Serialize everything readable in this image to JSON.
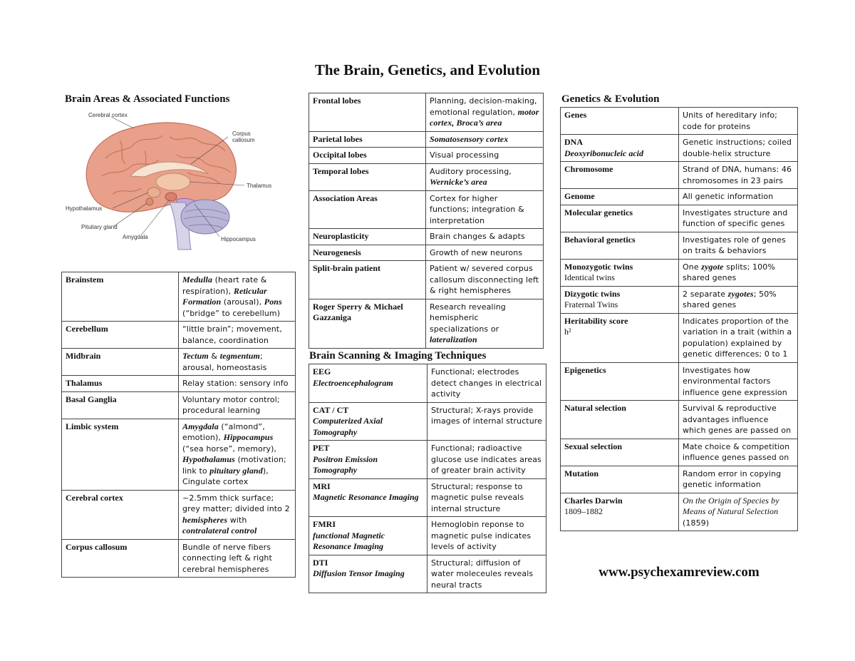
{
  "title": "The Brain, Genetics, and Evolution",
  "headings": {
    "brain_areas": "Brain Areas & Associated Functions",
    "scanning": "Brain Scanning & Imaging Techniques",
    "genetics": "Genetics & Evolution"
  },
  "figure_labels": {
    "cerebral_cortex": "Cerebral cortex",
    "corpus_callosum_1": "Corpus",
    "corpus_callosum_2": "callosum",
    "thalamus": "Thalamus",
    "hypothalamus": "Hypothalamus",
    "pituitary": "Pituitary gland",
    "amygdala": "Amygdala",
    "hippocampus": "Hippocampus"
  },
  "brain_areas": [
    {
      "term": "Brainstem",
      "def": [
        [
          "it",
          "Medulla"
        ],
        [
          "t",
          " (heart rate & respiration), "
        ],
        [
          "it",
          "Reticular Formation"
        ],
        [
          "t",
          " (arousal), "
        ],
        [
          "it",
          "Pons"
        ],
        [
          "t",
          " (“bridge” to cerebellum)"
        ]
      ]
    },
    {
      "term": "Cerebellum",
      "def": [
        [
          "t",
          "“little brain”; movement, balance, coordination"
        ]
      ]
    },
    {
      "term": "Midbrain",
      "def": [
        [
          "it",
          "Tectum"
        ],
        [
          "t",
          " & "
        ],
        [
          "it",
          "tegmentum"
        ],
        [
          "t",
          "; arousal, homeostasis"
        ]
      ]
    },
    {
      "term": "Thalamus",
      "def": [
        [
          "t",
          "Relay station: sensory info"
        ]
      ]
    },
    {
      "term": "Basal Ganglia",
      "def": [
        [
          "t",
          "Voluntary motor control; procedural learning"
        ]
      ]
    },
    {
      "term": "Limbic system",
      "def": [
        [
          "it",
          "Amygdala"
        ],
        [
          "t",
          " (“almond”, emotion), "
        ],
        [
          "it",
          "Hippocampus"
        ],
        [
          "t",
          " (“sea horse”, memory), "
        ],
        [
          "it",
          "Hypothalamus"
        ],
        [
          "t",
          " (motivation; link to "
        ],
        [
          "it",
          "pituitary gland"
        ],
        [
          "t",
          "), Cingulate cortex"
        ]
      ]
    },
    {
      "term": "Cerebral cortex",
      "def": [
        [
          "t",
          "~2.5mm thick surface; grey matter; divided into 2 "
        ],
        [
          "it",
          "hemispheres"
        ],
        [
          "t",
          " with "
        ],
        [
          "it",
          "contralateral control"
        ]
      ]
    },
    {
      "term": "Corpus callosum",
      "def": [
        [
          "t",
          "Bundle of nerve fibers connecting left & right cerebral hemispheres"
        ]
      ]
    }
  ],
  "cortex_areas": [
    {
      "term": "Frontal lobes",
      "def": [
        [
          "t",
          "Planning, decision-making, emotional regulation, "
        ],
        [
          "it",
          "motor cortex, Broca’s area"
        ]
      ]
    },
    {
      "term": "Parietal lobes",
      "def": [
        [
          "it",
          "Somatosensory cortex"
        ]
      ]
    },
    {
      "term": "Occipital lobes",
      "def": [
        [
          "t",
          "Visual processing"
        ]
      ]
    },
    {
      "term": "Temporal lobes",
      "def": [
        [
          "t",
          "Auditory processing, "
        ],
        [
          "it",
          "Wernicke’s area"
        ]
      ]
    },
    {
      "term": "Association Areas",
      "def": [
        [
          "t",
          "Cortex for higher functions; integration & interpretation"
        ]
      ]
    },
    {
      "term": "Neuroplasticity",
      "def": [
        [
          "t",
          "Brain changes & adapts"
        ]
      ]
    },
    {
      "term": "Neurogenesis",
      "def": [
        [
          "t",
          "Growth of new neurons"
        ]
      ]
    },
    {
      "term": "Split-brain patient",
      "def": [
        [
          "t",
          "Patient w/ severed corpus callosum disconnecting left & right hemispheres"
        ]
      ]
    },
    {
      "term": "Roger Sperry & Michael Gazzaniga",
      "def": [
        [
          "t",
          "Research revealing hemispheric specializations or "
        ],
        [
          "it",
          "lateralization"
        ]
      ]
    }
  ],
  "scanning": [
    {
      "term": "EEG",
      "sub": "Electroencephalogram",
      "def": [
        [
          "t",
          "Functional; electrodes detect changes in electrical activity"
        ]
      ]
    },
    {
      "term": "CAT / CT",
      "sub": "Computerized Axial Tomography",
      "def": [
        [
          "t",
          "Structural; X-rays provide images of internal structure"
        ]
      ]
    },
    {
      "term": "PET",
      "sub": "Positron Emission Tomography",
      "def": [
        [
          "t",
          "Functional; radioactive glucose use indicates areas of greater brain activity"
        ]
      ]
    },
    {
      "term": "MRI",
      "sub": "Magnetic Resonance Imaging",
      "def": [
        [
          "t",
          "Structural; response to magnetic pulse reveals internal structure"
        ]
      ]
    },
    {
      "term": "FMRI",
      "sub": "functional Magnetic Resonance Imaging",
      "def": [
        [
          "t",
          "Hemoglobin reponse to magnetic pulse indicates levels of activity"
        ]
      ]
    },
    {
      "term": "DTI",
      "sub": "Diffusion Tensor Imaging",
      "def": [
        [
          "t",
          "Structural; diffusion of water moleceules reveals neural tracts"
        ]
      ]
    }
  ],
  "genetics": [
    {
      "term": "Genes",
      "def": [
        [
          "t",
          "Units of hereditary info; code for proteins"
        ]
      ]
    },
    {
      "term": "DNA",
      "sub": "Deoxyribonucleic acid",
      "def": [
        [
          "t",
          "Genetic instructions; coiled double-helix structure"
        ]
      ]
    },
    {
      "term": "Chromosome",
      "def": [
        [
          "t",
          "Strand of DNA, humans: 46 chromosomes in 23 pairs"
        ]
      ]
    },
    {
      "term": "Genome",
      "def": [
        [
          "t",
          "All genetic information"
        ]
      ]
    },
    {
      "term": "Molecular genetics",
      "def": [
        [
          "t",
          "Investigates structure and function of specific genes"
        ]
      ]
    },
    {
      "term": "Behavioral genetics",
      "def": [
        [
          "t",
          "Investigates role of genes on traits & behaviors"
        ]
      ]
    },
    {
      "term": "Monozygotic twins",
      "plain": "Identical twins",
      "def": [
        [
          "t",
          "One "
        ],
        [
          "it",
          "zygote"
        ],
        [
          "t",
          " splits; 100% shared genes"
        ]
      ]
    },
    {
      "term": "Dizygotic twins",
      "plain": "Fraternal Twins",
      "def": [
        [
          "t",
          "2 separate "
        ],
        [
          "it",
          "zygotes"
        ],
        [
          "t",
          "; 50% shared genes"
        ]
      ]
    },
    {
      "term": "Heritability score",
      "plain2": "h²",
      "def": [
        [
          "t",
          "Indicates proportion of the variation in a trait (within a population) explained by genetic differences; 0 to 1"
        ]
      ]
    },
    {
      "term": "Epigenetics",
      "def": [
        [
          "t",
          "Investigates how environmental factors influence gene expression"
        ]
      ]
    },
    {
      "term": "Natural selection",
      "def": [
        [
          "t",
          "Survival & reproductive advantages influence which genes are passed on"
        ]
      ]
    },
    {
      "term": "Sexual selection",
      "def": [
        [
          "t",
          "Mate choice & competition influence genes passed on"
        ]
      ]
    },
    {
      "term": "Mutation",
      "def": [
        [
          "t",
          "Random error in copying genetic information"
        ]
      ]
    },
    {
      "term": "Charles Darwin",
      "plain": "1809–1882",
      "def": [
        [
          "itn",
          "On the Origin of Species by Means of Natural Selection"
        ],
        [
          "t",
          " (1859)"
        ]
      ]
    }
  ],
  "website": "www.psychexamreview.com",
  "colors": {
    "cortex": "#e8a08a",
    "cortex_fold": "#c96f5c",
    "cerebellum": "#b9b5d6",
    "thalamus": "#f1c7a8",
    "hippocampus": "#c5a6d6"
  }
}
